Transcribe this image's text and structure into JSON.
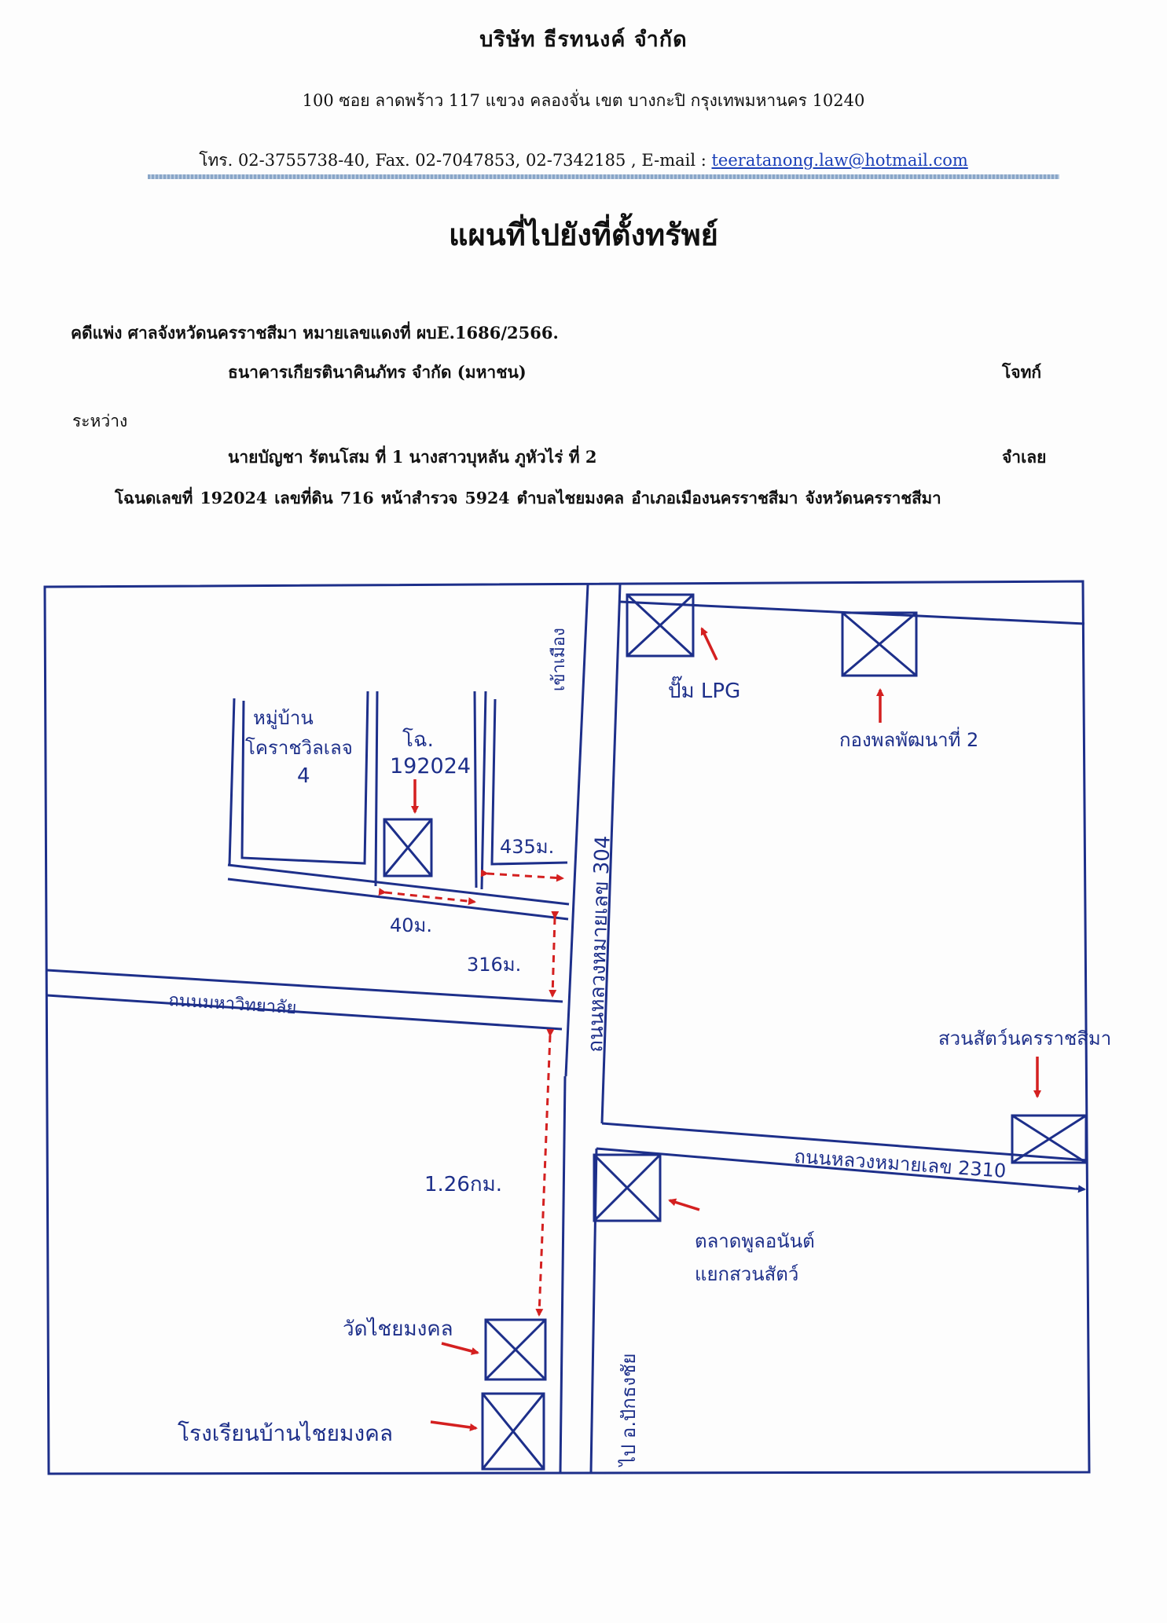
{
  "header": {
    "company": "บริษัท  ธีรทนงค์ จำกัด",
    "address": "100  ซอย ลาดพร้าว 117   แขวง คลองจั่น   เขต บางกะปิ   กรุงเทพมหานคร  10240",
    "contact_prefix": "โทร. 02-3755738-40, Fax.  02-7047853, 02-7342185 , E-mail : ",
    "email": "teeratanong.law@hotmail.com"
  },
  "title": "แผนที่ไปยังที่ตั้งทรัพย์",
  "case": {
    "case_line": "คดีแพ่ง  ศาลจังหวัดนครราชสีมา  หมายเลขแดงที่ ผบE.1686/2566.",
    "plaintiff": "ธนาคารเกียรตินาคินภัทร จำกัด (มหาชน)",
    "plaintiff_role": "โจทก์",
    "between": "ระหว่าง",
    "defendant": "นายบัญชา  รัตนโสม ที่ 1  นางสาวบุหลัน  ภูหัวไร่ ที่ 2",
    "defendant_role": "จำเลย",
    "deed_line": "โฉนดเลขที่  192024  เลขที่ดิน  716  หน้าสำรวจ  5924  ตำบลไชยมงคล  อำเภอเมืองนครราชสีมา  จังหวัดนครราชสีมา"
  },
  "map": {
    "village_l1": "หมู่บ้าน",
    "village_l2": "โคราชวิลเลจ",
    "village_l3": "4",
    "deed_l1": "โฉ.",
    "deed_l2": "192024",
    "road_chao_mueang": "เข้าเมือง",
    "lpg": "ปั๊ม LPG",
    "battalion": "กองพลพัฒนาที่ 2",
    "dist_435": "435ม.",
    "dist_40": "40ม.",
    "dist_316": "316ม.",
    "dist_126": "1.26กม.",
    "road_university": "ถนนมหาวิทยาลัย",
    "road_304": "ถนนหลวงหมายเลข 304",
    "road_2310": "ถนนหลวงหมายเลข 2310",
    "zoo": "สวนสัตว์นครราชสีมา",
    "market_l1": "ตลาดพูลอนันต์",
    "market_l2": "แยกสวนสัตว์",
    "temple": "วัดไชยมงคล",
    "school": "โรงเรียนบ้านไชยมงคล",
    "pak_thong_chai": "ไป อ.ปักธงชัย",
    "colors": {
      "ink": "#1d2f8a",
      "arrow": "#d42020",
      "link": "#1a3fb8"
    }
  }
}
